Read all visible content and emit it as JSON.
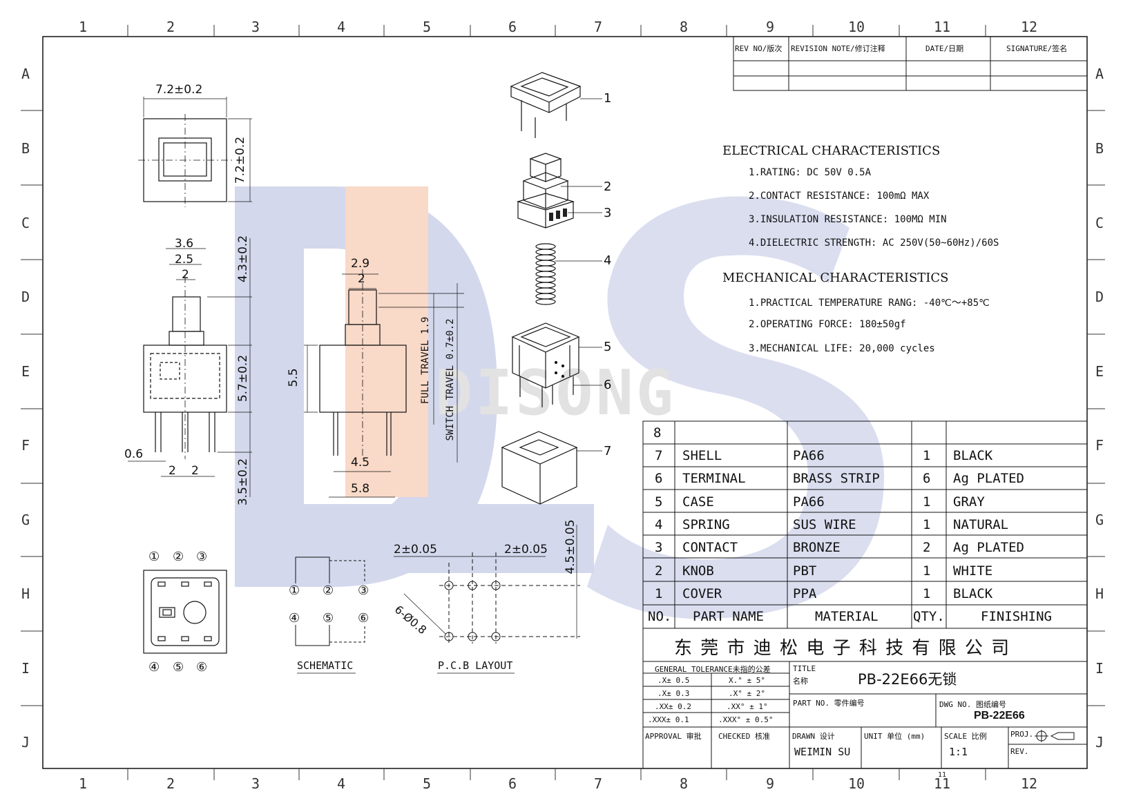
{
  "grid": {
    "columns": [
      "1",
      "2",
      "3",
      "4",
      "5",
      "6",
      "7",
      "8",
      "9",
      "10",
      "11",
      "12"
    ],
    "rows": [
      "A",
      "B",
      "C",
      "D",
      "E",
      "F",
      "G",
      "H",
      "I",
      "J"
    ]
  },
  "revision_table": {
    "headers": [
      "REV NO/版次",
      "REVISION NOTE/修订注释",
      "DATE/日期",
      "SIGNATURE/签名"
    ]
  },
  "watermark": {
    "text": "DISONG",
    "letters": "DS"
  },
  "electrical": {
    "heading": "ELECTRICAL CHARACTERISTICS",
    "items": [
      "1.RATING: DC 50V 0.5A",
      "2.CONTACT RESISTANCE: 100mΩ MAX",
      "3.INSULATION RESISTANCE: 100MΩ MIN",
      "4.DIELECTRIC STRENGTH: AC 250V(50~60Hz)/60S"
    ]
  },
  "mechanical": {
    "heading": "MECHANICAL CHARACTERISTICS",
    "items": [
      "1.PRACTICAL TEMPERATURE RANG: -40℃～+85℃",
      "2.OPERATING FORCE: 180±50gf",
      "3.MECHANICAL LIFE: 20,000 cycles"
    ]
  },
  "dimensions": {
    "top_width": "7.2±0.2",
    "top_height": "7.2±0.2",
    "d36": "3.6",
    "d25": "2.5",
    "d2a": "2",
    "h43": "4.3±0.2",
    "h57": "5.7±0.2",
    "h35": "3.5±0.2",
    "d06": "0.6",
    "d2b": "2",
    "d2c": "2",
    "d29": "2.9",
    "d2d": "2",
    "d55": "5.5",
    "d45": "4.5",
    "d58": "5.8",
    "full_travel": "FULL TRAVEL 1.9",
    "switch_travel": "SWITCH TRAVEL 0.7±0.2",
    "pcb_2a": "2±0.05",
    "pcb_2b": "2±0.05",
    "pcb_45": "4.5±0.05",
    "pcb_hole": "6-Ø0.8"
  },
  "exploded_callouts": [
    "1",
    "2",
    "3",
    "4",
    "5",
    "6",
    "7"
  ],
  "pin_numbers": [
    "①",
    "②",
    "③",
    "④",
    "⑤",
    "⑥"
  ],
  "schematic_label": "SCHEMATIC",
  "pcb_label": "P.C.B LAYOUT",
  "bom": {
    "empty_row_no": "8",
    "rows": [
      {
        "no": "7",
        "name": "SHELL",
        "material": "PA66",
        "qty": "1",
        "finish": "BLACK"
      },
      {
        "no": "6",
        "name": "TERMINAL",
        "material": "BRASS STRIP",
        "qty": "6",
        "finish": "Ag PLATED"
      },
      {
        "no": "5",
        "name": "CASE",
        "material": "PA66",
        "qty": "1",
        "finish": "GRAY"
      },
      {
        "no": "4",
        "name": "SPRING",
        "material": "SUS WIRE",
        "qty": "1",
        "finish": "NATURAL"
      },
      {
        "no": "3",
        "name": "CONTACT",
        "material": "BRONZE",
        "qty": "2",
        "finish": "Ag PLATED"
      },
      {
        "no": "2",
        "name": "KNOB",
        "material": "PBT",
        "qty": "1",
        "finish": "WHITE"
      },
      {
        "no": "1",
        "name": "COVER",
        "material": "PPA",
        "qty": "1",
        "finish": "BLACK"
      }
    ],
    "headers": {
      "no": "NO.",
      "name": "PART NAME",
      "material": "MATERIAL",
      "qty": "QTY.",
      "finish": "FINISHING"
    }
  },
  "title_block": {
    "company": "东 莞 市 迪 松 电 子 科 技 有 限 公 司",
    "tolerance_heading": "GENERAL TOLERANCE未指的公差",
    "tolerances": [
      [
        ".X± 0.5",
        "X.° ± 5°"
      ],
      [
        ".X± 0.3",
        ".X° ± 2°"
      ],
      [
        ".XX± 0.2",
        ".XX° ± 1°"
      ],
      [
        ".XXX± 0.1",
        ".XXX° ± 0.5°"
      ]
    ],
    "title_label": "TITLE",
    "title_label_cn": "名称",
    "title_value": "PB-22E66无锁",
    "partno_label": "PART NO. 零件编号",
    "dwgno_label": "DWG NO. 图纸编号",
    "dwgno_value": "PB-22E66",
    "approval_label": "APPROVAL 审批",
    "checked_label": "CHECKED 核准",
    "drawn_label": "DRAWN 设计",
    "drawn_value": "WEIMIN SU",
    "unit_label": "UNIT 单位 (mm)",
    "scale_label": "SCALE 比例",
    "scale_value": "1:1",
    "proj_label": "PROJ.",
    "rev_label": "REV.",
    "bottom_marker": "11"
  },
  "colors": {
    "line": "#111111",
    "watermark_blue": "#d4d8ec",
    "watermark_orange": "#f9d9c8",
    "watermark_gray": "#e6e6e6"
  }
}
